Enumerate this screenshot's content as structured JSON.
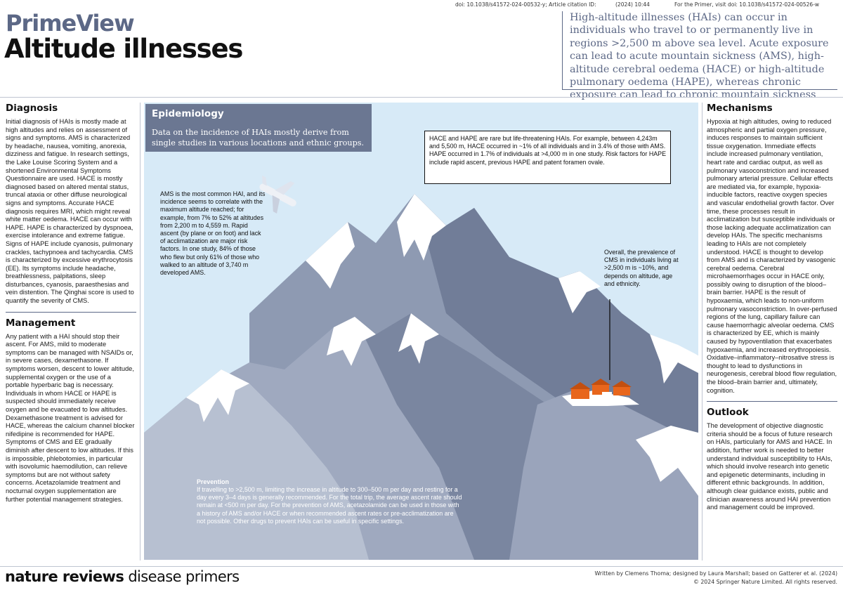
{
  "topline": {
    "doi": "doi: 10.1038/s41572-024-00532-y; Article citation ID:",
    "year": "(2024) 10:44",
    "primer": "For the Primer, visit doi: 10.1038/s41572-024-00526-w"
  },
  "header": {
    "series": "PrimeView",
    "title": "Altitude illnesses",
    "intro": "High-altitude illnesses (HAIs) can occur in individuals who travel to or permanently live in regions >2,500 m above sea level. Acute exposure can lead to acute mountain sickness (AMS), high-altitude cerebral oedema (HACE) or high-altitude pulmonary oedema (HAPE), whereas chronic exposure can lead to chronic mountain sickness (CMS)."
  },
  "left": {
    "diagnosis_title": "Diagnosis",
    "diagnosis_text": "Initial diagnosis of HAIs is mostly made at high altitudes and relies on assessment of signs and symptoms. AMS is characterized by headache, nausea, vomiting, anorexia, dizziness and fatigue. In research settings, the Lake Louise Scoring System and a shortened Environmental Symptoms Questionnaire are used. HACE is mostly diagnosed based on altered mental status, truncal ataxia or other diffuse neurological signs and symptoms. Accurate HACE diagnosis requires MRI, which might reveal white matter oedema. HACE can occur with HAPE. HAPE is characterized by dyspnoea, exercise intolerance and extreme fatigue. Signs of HAPE include cyanosis, pulmonary crackles, tachypnoea and tachycardia. CMS is characterized by excessive erythrocytosis (EE). Its symptoms include headache, breathlessness, palpitations, sleep disturbances, cyanosis, paraesthesias and vein distention. The Qinghai score is used to quantify the severity of CMS.",
    "management_title": "Management",
    "management_text": "Any patient with a HAI should stop their ascent. For AMS, mild to moderate symptoms can be managed with NSAIDs or, in severe cases, dexamethasone. If symptoms worsen, descent to lower altitude, supplemental oxygen or the use of a portable hyperbaric bag is necessary. Individuals in whom HACE or HAPE is suspected should immediately receive oxygen and be evacuated to low altitudes. Dexamethasone treatment is advised for HACE, whereas the calcium channel blocker nifedipine is recommended for HAPE. Symptoms of CMS and EE gradually diminish after descent to low altitudes. If this is impossible, phlebotomies, in particular with isovolumic haemodilution, can relieve symptoms but are not without safety concerns. Acetazolamide treatment and nocturnal oxygen supplementation are further potential management strategies."
  },
  "center": {
    "epi_title": "Epidemiology",
    "epi_text": "Data on the incidence of HAIs mostly derive from single studies in various locations and ethnic groups.",
    "hace_text": "HACE and HAPE are rare but life-threatening HAIs. For example, between 4,243m and 5,500 m, HACE occurred in ~1% of all individuals and in 3.4% of those with AMS. HAPE occurred in 1.7% of individuals at >4,000 m in one study. Risk factors for HAPE include rapid ascent, previous HAPE and patent foramen ovale.",
    "ams_text": "AMS is the most common HAI, and its incidence seems to correlate with the maximum altitude reached; for example, from 7% to 52% at altitudes from 2,200 m to 4,559 m. Rapid ascent (by plane or on foot) and lack of acclimatization are major risk factors. In one study, 84% of those who flew but only 61% of those who walked to an altitude of 3,740 m developed AMS.",
    "cms_text": "Overall, the prevalence of CMS in individuals living at >2,500 m is ~10%, and depends on altitude, age and ethnicity.",
    "prevention_title": "Prevention",
    "prevention_text": "If travelling to >2,500 m, limiting the increase in altitude to 300–500 m per day and resting for a day every 3–4 days is generally recommended. For the total trip, the average ascent rate should remain at <500 m per day. For the prevention of AMS, acetazolamide can be used in those with a history of AMS and/or HACE or when recommended ascent rates or pre-acclimatization are not possible. Other drugs to prevent HAIs can be useful in specific settings."
  },
  "right": {
    "mechanisms_title": "Mechanisms",
    "mechanisms_text": "Hypoxia at high altitudes, owing to reduced atmospheric and partial oxygen pressure, induces responses to maintain sufficient tissue oxygenation. Immediate effects include increased pulmonary ventilation, heart rate and cardiac output, as well as pulmonary vasoconstriction and increased pulmonary arterial pressure. Cellular effects are mediated via, for example, hypoxia-inducible factors, reactive oxygen species and vascular endothelial growth factor. Over time, these processes result in acclimatization but susceptible individuals or those lacking adequate acclimatization can develop HAIs. The specific mechanisms leading to HAIs are not completely understood. HACE is thought to develop from AMS and is characterized by vasogenic cerebral oedema. Cerebral microhaemorrhages occur in HACE only, possibly owing to disruption of the blood–brain barrier. HAPE is the result of hypoxaemia, which leads to non-uniform pulmonary vasoconstriction. In over-perfused regions of the lung, capillary failure can cause haemorrhagic alveolar oedema. CMS is characterized by EE, which is mainly caused by hypoventilation that exacerbates hypoxaemia, and increased erythropoiesis. Oxidative–inflammatory–nitrosative stress is thought to lead to dysfunctions in neurogenesis, cerebral blood flow regulation, the blood–brain barrier and, ultimately, cognition.",
    "outlook_title": "Outlook",
    "outlook_text": "The development of objective diagnostic criteria should be a focus of future research on HAIs, particularly for AMS and HACE. In addition, further work is needed to better understand individual susceptibility to HAIs, which should involve research into genetic and epigenetic determinants, including in different ethnic backgrounds. In addition, although clear guidance exists, public and clinician awareness around HAI prevention and management could be improved."
  },
  "footer": {
    "logo_bold": "nature reviews",
    "logo_light": "disease primers",
    "credit1": "Written by Clemens Thoma; designed by Laura Marshall; based on Gatterer et al. (2024)",
    "credit2": "© 2024 Springer Nature Limited. All rights reserved."
  },
  "colors": {
    "accent": "#5c6886",
    "sky": "#d7eaf7",
    "mountain": "#8e9ab2",
    "mountain_dark": "#5b6680",
    "snow": "#ffffff",
    "village": "#e8661c"
  },
  "illustration": {
    "aircraft": "airplane-icon",
    "settlement": "village-icon"
  }
}
